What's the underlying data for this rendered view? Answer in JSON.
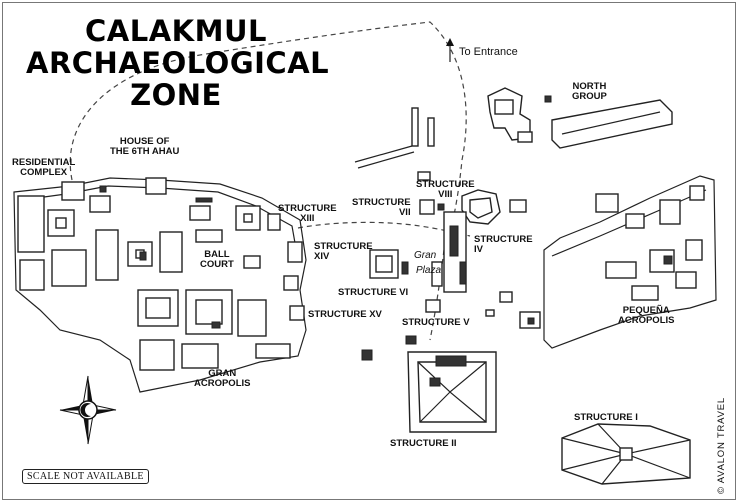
{
  "map": {
    "title_lines": [
      "CALAKMUL",
      "ARCHAEOLOGICAL",
      "ZONE"
    ],
    "entrance_label": "To Entrance",
    "labels": {
      "north_group_1": "NORTH",
      "north_group_2": "GROUP",
      "house_1": "HOUSE OF",
      "house_2": "THE 6TH AHAU",
      "residential_1": "RESIDENTIAL",
      "residential_2": "COMPLEX",
      "structure_viii_1": "STRUCTURE",
      "structure_viii_2": "VIII",
      "structure_vii_1": "STRUCTURE",
      "structure_vii_2": "VII",
      "structure_xiii_1": "STRUCTURE",
      "structure_xiii_2": "XIII",
      "structure_iv_1": "STRUCTURE",
      "structure_iv_2": "IV",
      "structure_xiv_1": "STRUCTURE",
      "structure_xiv_2": "XIV",
      "ball_court_1": "BALL",
      "ball_court_2": "COURT",
      "gran_plaza_1": "Gran",
      "gran_plaza_2": "Plaza",
      "structure_vi": "STRUCTURE VI",
      "structure_xv": "STRUCTURE XV",
      "structure_v": "STRUCTURE V",
      "pequena_1": "PEQUEÑA",
      "pequena_2": "ACROPOLIS",
      "gran_acropolis_1": "GRAN",
      "gran_acropolis_2": "ACROPOLIS",
      "structure_i": "STRUCTURE I",
      "structure_ii": "STRUCTURE II"
    },
    "scale_note": "SCALE NOT AVAILABLE",
    "credit": "© AVALON TRAVEL",
    "compass_icon": "compass-rose-icon"
  }
}
